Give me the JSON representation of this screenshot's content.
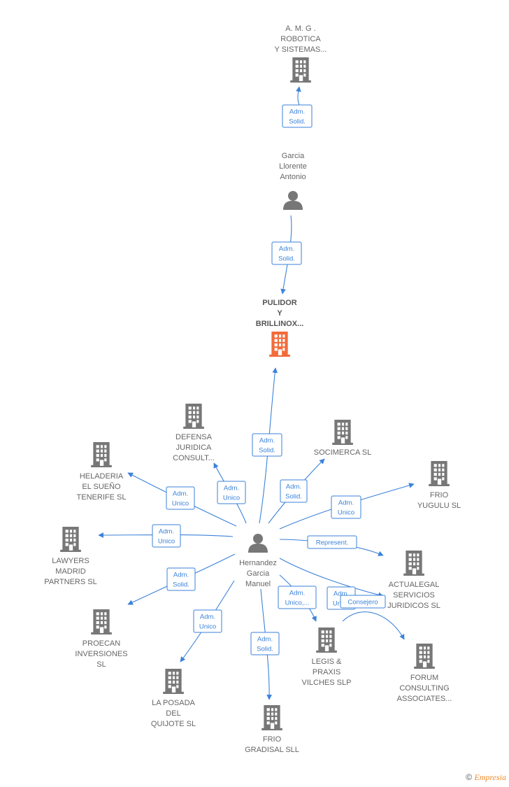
{
  "colors": {
    "edge": "#3b82d9",
    "building": "#777777",
    "focus": "#f26b3a",
    "person": "#777777"
  },
  "nodes": [
    {
      "id": "amg",
      "type": "company",
      "lines": [
        "A.  M. G .",
        "ROBOTICA",
        "Y SISTEMAS..."
      ]
    },
    {
      "id": "garcia",
      "type": "person",
      "lines": [
        "Garcia",
        "Llorente",
        "Antonio"
      ]
    },
    {
      "id": "pulidor",
      "type": "company-focus",
      "lines": [
        "PULIDOR",
        "Y",
        "BRILLINOX..."
      ]
    },
    {
      "id": "hernandez",
      "type": "person",
      "lines": [
        "Hernandez",
        "Garcia",
        "Manuel"
      ]
    },
    {
      "id": "defensa",
      "type": "company",
      "lines": [
        "DEFENSA",
        "JURIDICA",
        "CONSULT..."
      ]
    },
    {
      "id": "socimerca",
      "type": "company",
      "lines": [
        "SOCIMERCA SL"
      ]
    },
    {
      "id": "heladeria",
      "type": "company",
      "lines": [
        "HELADERIA",
        "EL SUEÑO",
        "TENERIFE  SL"
      ]
    },
    {
      "id": "frioyugulu",
      "type": "company",
      "lines": [
        "FRIO",
        "YUGULU  SL"
      ]
    },
    {
      "id": "lawyers",
      "type": "company",
      "lines": [
        "LAWYERS",
        "MADRID",
        "PARTNERS  SL"
      ]
    },
    {
      "id": "actualegal",
      "type": "company",
      "lines": [
        "ACTUALEGAL",
        "SERVICIOS",
        "JURIDICOS  SL"
      ]
    },
    {
      "id": "proecan",
      "type": "company",
      "lines": [
        "PROECAN",
        "INVERSIONES",
        "SL"
      ]
    },
    {
      "id": "legis",
      "type": "company",
      "lines": [
        "LEGIS &",
        "PRAXIS",
        "VILCHES  SLP"
      ]
    },
    {
      "id": "forum",
      "type": "company",
      "lines": [
        "FORUM",
        "CONSULTING",
        "ASSOCIATES..."
      ]
    },
    {
      "id": "posada",
      "type": "company",
      "lines": [
        "LA POSADA",
        "DEL",
        "QUIJOTE SL"
      ]
    },
    {
      "id": "friogradisal",
      "type": "company",
      "lines": [
        "FRIO",
        "GRADISAL SLL"
      ]
    }
  ],
  "edges": [
    {
      "label": [
        "Adm.",
        "Solid."
      ]
    },
    {
      "label": [
        "Adm.",
        "Solid."
      ]
    },
    {
      "label": [
        "Adm.",
        "Solid."
      ]
    },
    {
      "label": [
        "Adm.",
        "Unico"
      ]
    },
    {
      "label": [
        "Adm.",
        "Solid."
      ]
    },
    {
      "label": [
        "Adm.",
        "Unico"
      ]
    },
    {
      "label": [
        "Adm.",
        "Unico"
      ]
    },
    {
      "label": [
        "Represent."
      ]
    },
    {
      "label": [
        "Adm.",
        "Unico"
      ]
    },
    {
      "label": [
        "Adm.",
        "Solid."
      ]
    },
    {
      "label": [
        "Adm.",
        "Unico,..."
      ]
    },
    {
      "label": [
        "Adm.",
        "Unico"
      ]
    },
    {
      "label": [
        "Consejero"
      ]
    },
    {
      "label": [
        "Adm.",
        "Unico"
      ]
    },
    {
      "label": [
        "Adm.",
        "Solid."
      ]
    }
  ],
  "footer": {
    "copyright": "©",
    "brand": "Empresia"
  }
}
